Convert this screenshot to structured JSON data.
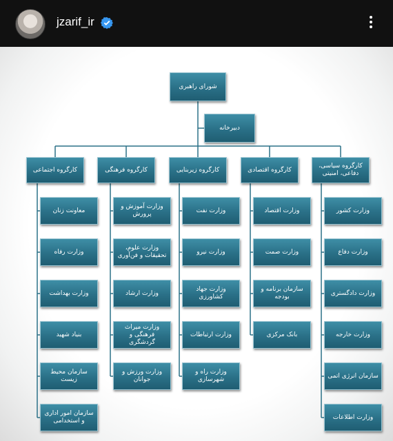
{
  "header": {
    "username": "jzarif_ir",
    "verified_icon": "verified-badge-icon",
    "more_icon": "more-vertical-icon",
    "accent": "#3797f0"
  },
  "chart": {
    "top": "شورای راهبری",
    "secretariat": "دبیرخانه",
    "groups": [
      {
        "name": "کارگروه اجتماعی",
        "items": [
          "معاونت زنان",
          "وزارت رفاه",
          "وزارت بهداشت",
          "بنیاد شهید",
          "سازمان محیط زیست",
          "سازمان امور اداری و استخدامی"
        ]
      },
      {
        "name": "کارگروه فرهنگی",
        "items": [
          "وزارت آموزش و پرورش",
          "وزارت علوم، تحقیقات و فن‌آوری",
          "وزارت ارشاد",
          "وزارت میراث فرهنگی و گردشگری",
          "وزارت ورزش و جوانان"
        ]
      },
      {
        "name": "کارگروه زیربنایی",
        "items": [
          "وزارت نفت",
          "وزارت نیرو",
          "وزارت جهاد کشاورزی",
          "وزارت ارتباطات",
          "وزارت راه و شهرسازی"
        ]
      },
      {
        "name": "کارگروه اقتصادی",
        "items": [
          "وزارت اقتصاد",
          "وزارت صمت",
          "سازمان برنامه و بودجه",
          "بانک مرکزی"
        ]
      },
      {
        "name": "کارگروه سیاسی، دفاعی، امنیتی",
        "items": [
          "وزارت کشور",
          "وزارت دفاع",
          "وزارت دادگستری",
          "وزارت خارجه",
          "سازمان انرژی اتمی",
          "وزارت اطلاعات"
        ]
      }
    ]
  }
}
